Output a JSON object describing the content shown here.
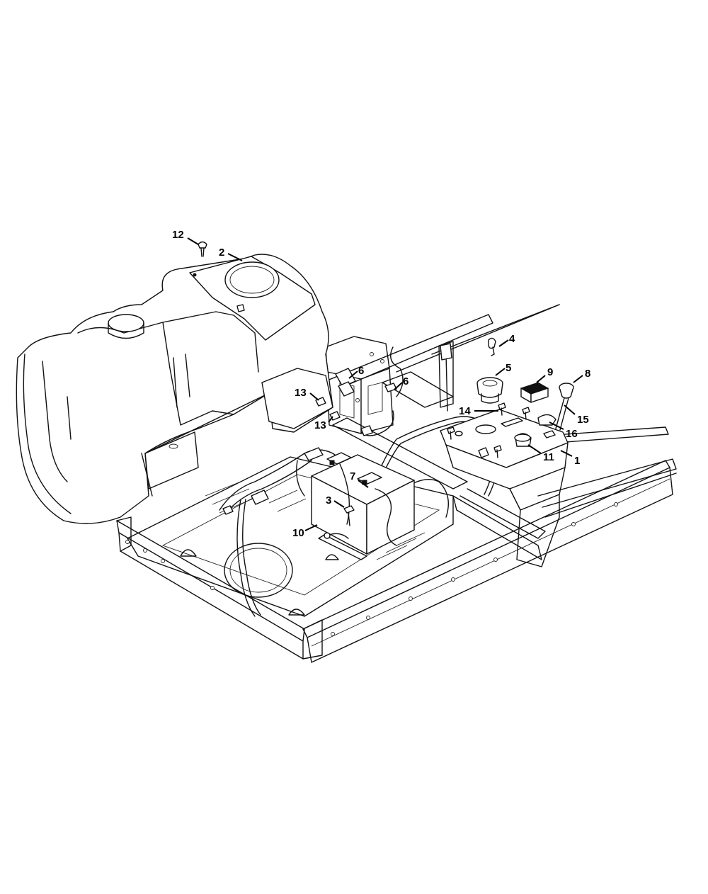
{
  "callouts": [
    {
      "id": "c12",
      "label": "12"
    },
    {
      "id": "c2",
      "label": "2"
    },
    {
      "id": "c4",
      "label": "4"
    },
    {
      "id": "c5",
      "label": "5"
    },
    {
      "id": "c9",
      "label": "9"
    },
    {
      "id": "c8",
      "label": "8"
    },
    {
      "id": "c6a",
      "label": "6"
    },
    {
      "id": "c6b",
      "label": "6"
    },
    {
      "id": "c13a",
      "label": "13"
    },
    {
      "id": "c13b",
      "label": "13"
    },
    {
      "id": "c14",
      "label": "14"
    },
    {
      "id": "c15",
      "label": "15"
    },
    {
      "id": "c16",
      "label": "16"
    },
    {
      "id": "c11",
      "label": "11"
    },
    {
      "id": "c1",
      "label": "1"
    },
    {
      "id": "c7",
      "label": "7"
    },
    {
      "id": "c3",
      "label": "3"
    },
    {
      "id": "c10",
      "label": "10"
    }
  ]
}
